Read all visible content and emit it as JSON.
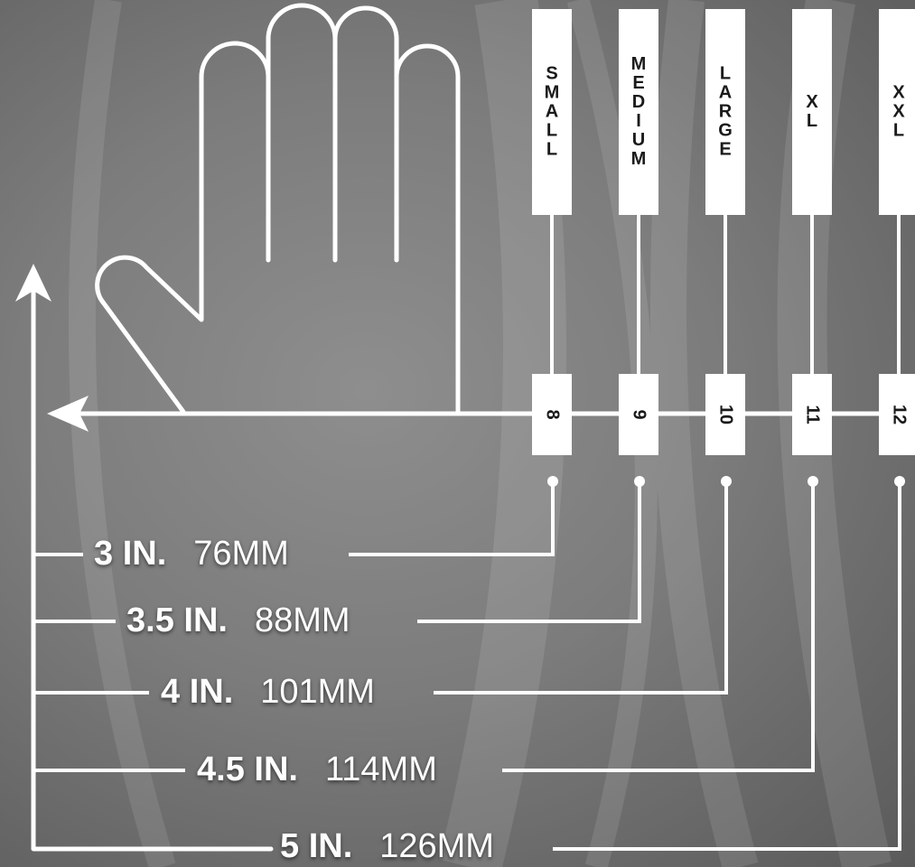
{
  "sizes": [
    {
      "label": "S\nM\nA\nL\nL",
      "number": "8"
    },
    {
      "label": "M\nE\nD\nI\nU\nM",
      "number": "9"
    },
    {
      "label": "L\nA\nR\nG\nE",
      "number": "10"
    },
    {
      "label": "X\nL",
      "number": "11"
    },
    {
      "label": "X\nX\nL",
      "number": "12"
    }
  ],
  "measurements": [
    {
      "inches": "3 IN.",
      "mm": "76MM"
    },
    {
      "inches": "3.5 IN.",
      "mm": "88MM"
    },
    {
      "inches": "4 IN.",
      "mm": "101MM"
    },
    {
      "inches": "4.5 IN.",
      "mm": "114MM"
    },
    {
      "inches": "5 IN.",
      "mm": "126MM"
    }
  ],
  "colors": {
    "line": "#ffffff",
    "box": "#ffffff",
    "text": "#1a1a1a"
  }
}
